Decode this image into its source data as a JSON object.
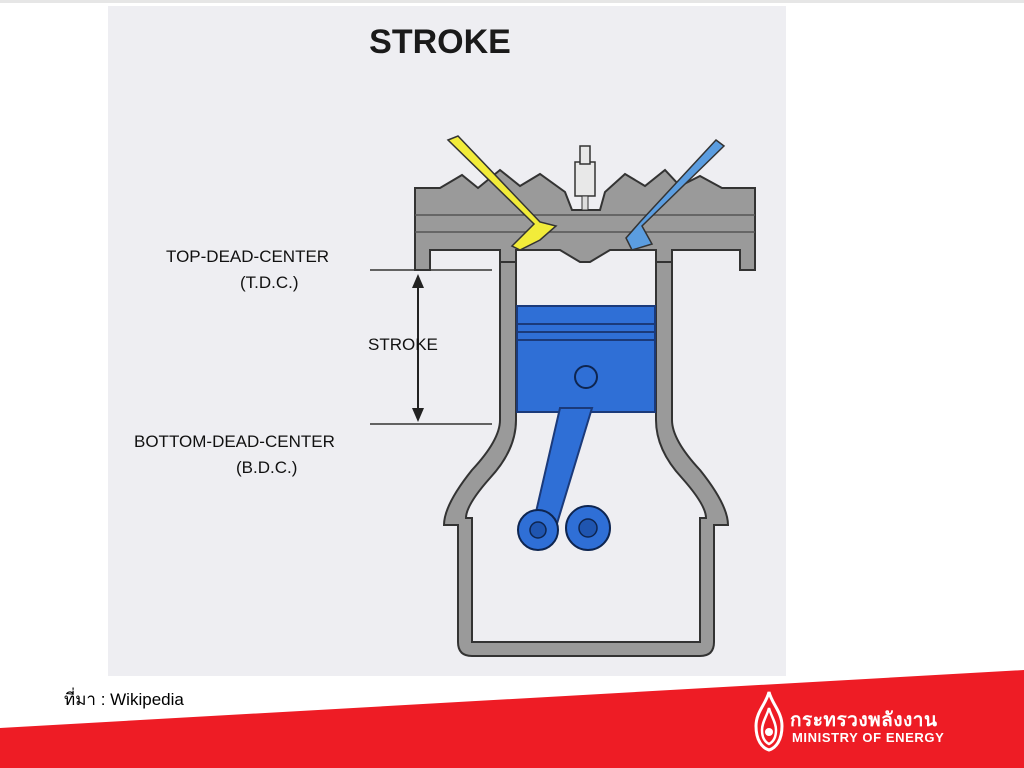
{
  "diagram": {
    "title": "STROKE",
    "labels": {
      "tdc_line1": "TOP-DEAD-CENTER",
      "tdc_line2": "(T.D.C.)",
      "stroke": "STROKE",
      "bdc_line1": "BOTTOM-DEAD-CENTER",
      "bdc_line2": "(B.D.C.)"
    },
    "colors": {
      "intake_valve": "#f2ec3a",
      "exhaust_valve": "#5b9de0",
      "piston": "#2f6fd6",
      "engine_body": "#9a9a9a",
      "background": "#eeeef2"
    }
  },
  "source": {
    "prefix": "ที่มา",
    "separator": " : ",
    "name": "Wikipedia"
  },
  "footer": {
    "ministry_thai": "กระทรวงพลังงาน",
    "ministry_en": "MINISTRY OF ENERGY",
    "band_color": "#ee1c25",
    "logo_icon": "flame-icon"
  }
}
